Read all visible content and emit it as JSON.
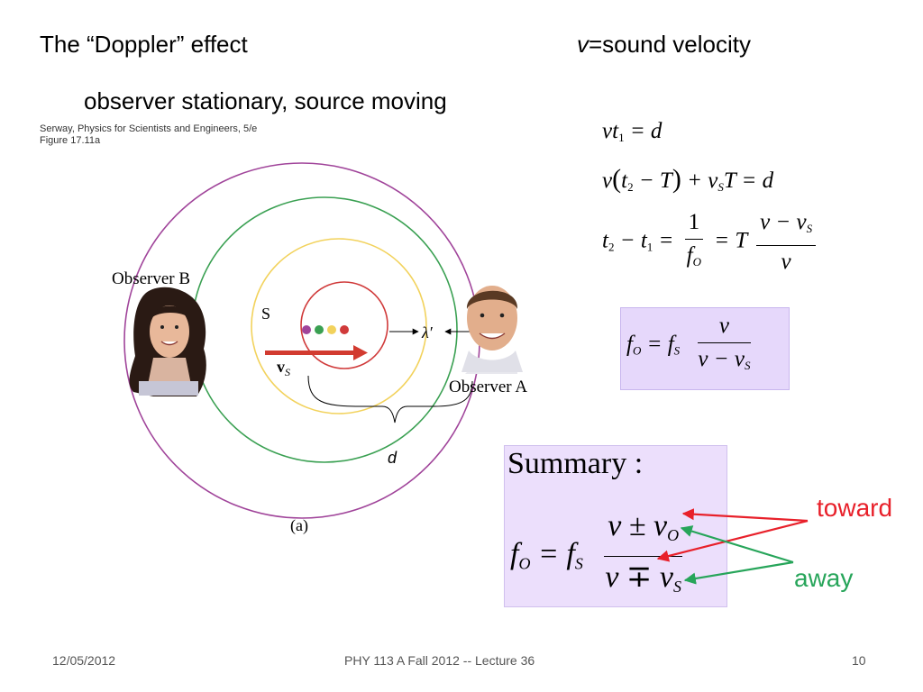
{
  "slide": {
    "title": "The “Doppler” effect",
    "velocity_symbol": "v",
    "velocity_text": "=sound velocity",
    "subtitle": "observer stationary, source moving",
    "citation_line1": "Serway, Physics for Scientists and Engineers, 5/e",
    "citation_line2": "Figure 17.11a"
  },
  "figure": {
    "observer_b": "Observer B",
    "observer_a": "Observer A",
    "source_label": "S",
    "velocity_vector": "v",
    "velocity_sub": "S",
    "wavelength_label": "λ′",
    "distance_label": "d",
    "panel_label": "(a)",
    "colors": {
      "outer_circle": "#a0449a",
      "second_circle": "#3aa052",
      "third_circle": "#f2d25c",
      "inner_circle": "#d03a3a",
      "arrow": "#d23b30"
    },
    "icons": [
      "observer-b-portrait-icon",
      "observer-a-portrait-icon"
    ]
  },
  "equations": {
    "eq1": {
      "v": "v",
      "t": "t",
      "sub": "1",
      "rhs": "= d"
    },
    "eq2": {
      "lhs": "v",
      "paren_open": "(",
      "t": "t",
      "sub": "2",
      "minus_T": "− T",
      "paren_close": ")",
      "plus": "+ v",
      "sub_s": "S",
      "rest": "T = d"
    },
    "eq3": {
      "t2": "t",
      "sub2": "2",
      "minus": "− t",
      "sub1": "1",
      "eq": "=",
      "num1": "1",
      "den_f": "f",
      "den_sub": "O",
      "eqT": "= T",
      "num2": "v − v",
      "num2_sub": "S",
      "den2": "v"
    },
    "eq4": {
      "f": "f",
      "sub_o": "O",
      "eq": "= f",
      "sub_s": "S",
      "num": "v",
      "den": "v − v",
      "den_sub": "S"
    }
  },
  "summary": {
    "title": "Summary :",
    "f": "f",
    "sub_o": "O",
    "eq": "= f",
    "sub_s": "S",
    "num": "v ± v",
    "num_sub": "O",
    "den": "v ∓ v",
    "den_sub": "S",
    "toward": "toward",
    "away": "away",
    "colors": {
      "toward": "#e8202a",
      "away": "#27a55a"
    }
  },
  "footer": {
    "date": "12/05/2012",
    "course": "PHY 113 A  Fall 2012 -- Lecture 36",
    "page": "10"
  }
}
